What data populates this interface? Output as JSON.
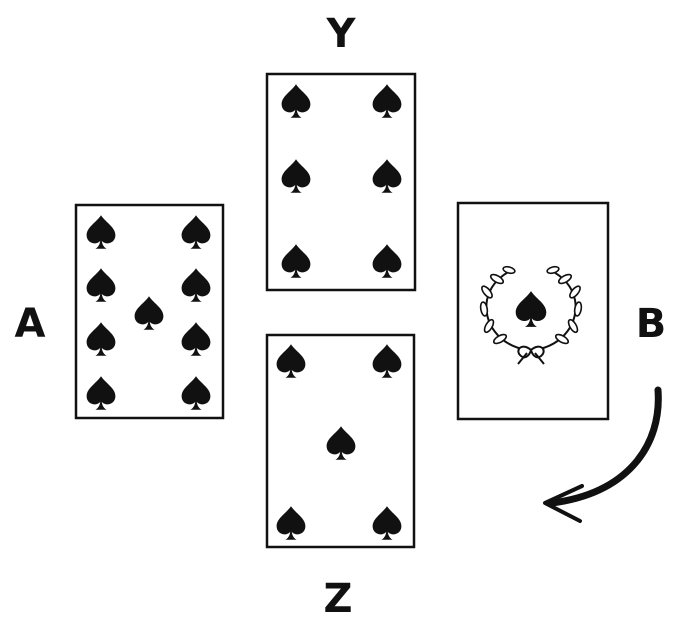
{
  "colors": {
    "ink": "#111111",
    "card_face": "#ffffff",
    "background": "#ffffff"
  },
  "labels": {
    "y": "Y",
    "a": "A",
    "b": "B",
    "z": "Z"
  },
  "cards": [
    {
      "id": "card-y",
      "position": "Y",
      "rank": "6",
      "suit": "spades",
      "pip_count": 6
    },
    {
      "id": "card-a",
      "position": "A",
      "rank": "9",
      "suit": "spades",
      "pip_count": 9
    },
    {
      "id": "card-b",
      "position": "B",
      "rank": "A",
      "suit": "spades",
      "pip_count": 1,
      "decoration": "laurel-wreath"
    },
    {
      "id": "card-z",
      "position": "Z",
      "rank": "5",
      "suit": "spades",
      "pip_count": 5
    }
  ],
  "arrow": {
    "from": "B",
    "to": "Z",
    "direction": "clockwise"
  }
}
